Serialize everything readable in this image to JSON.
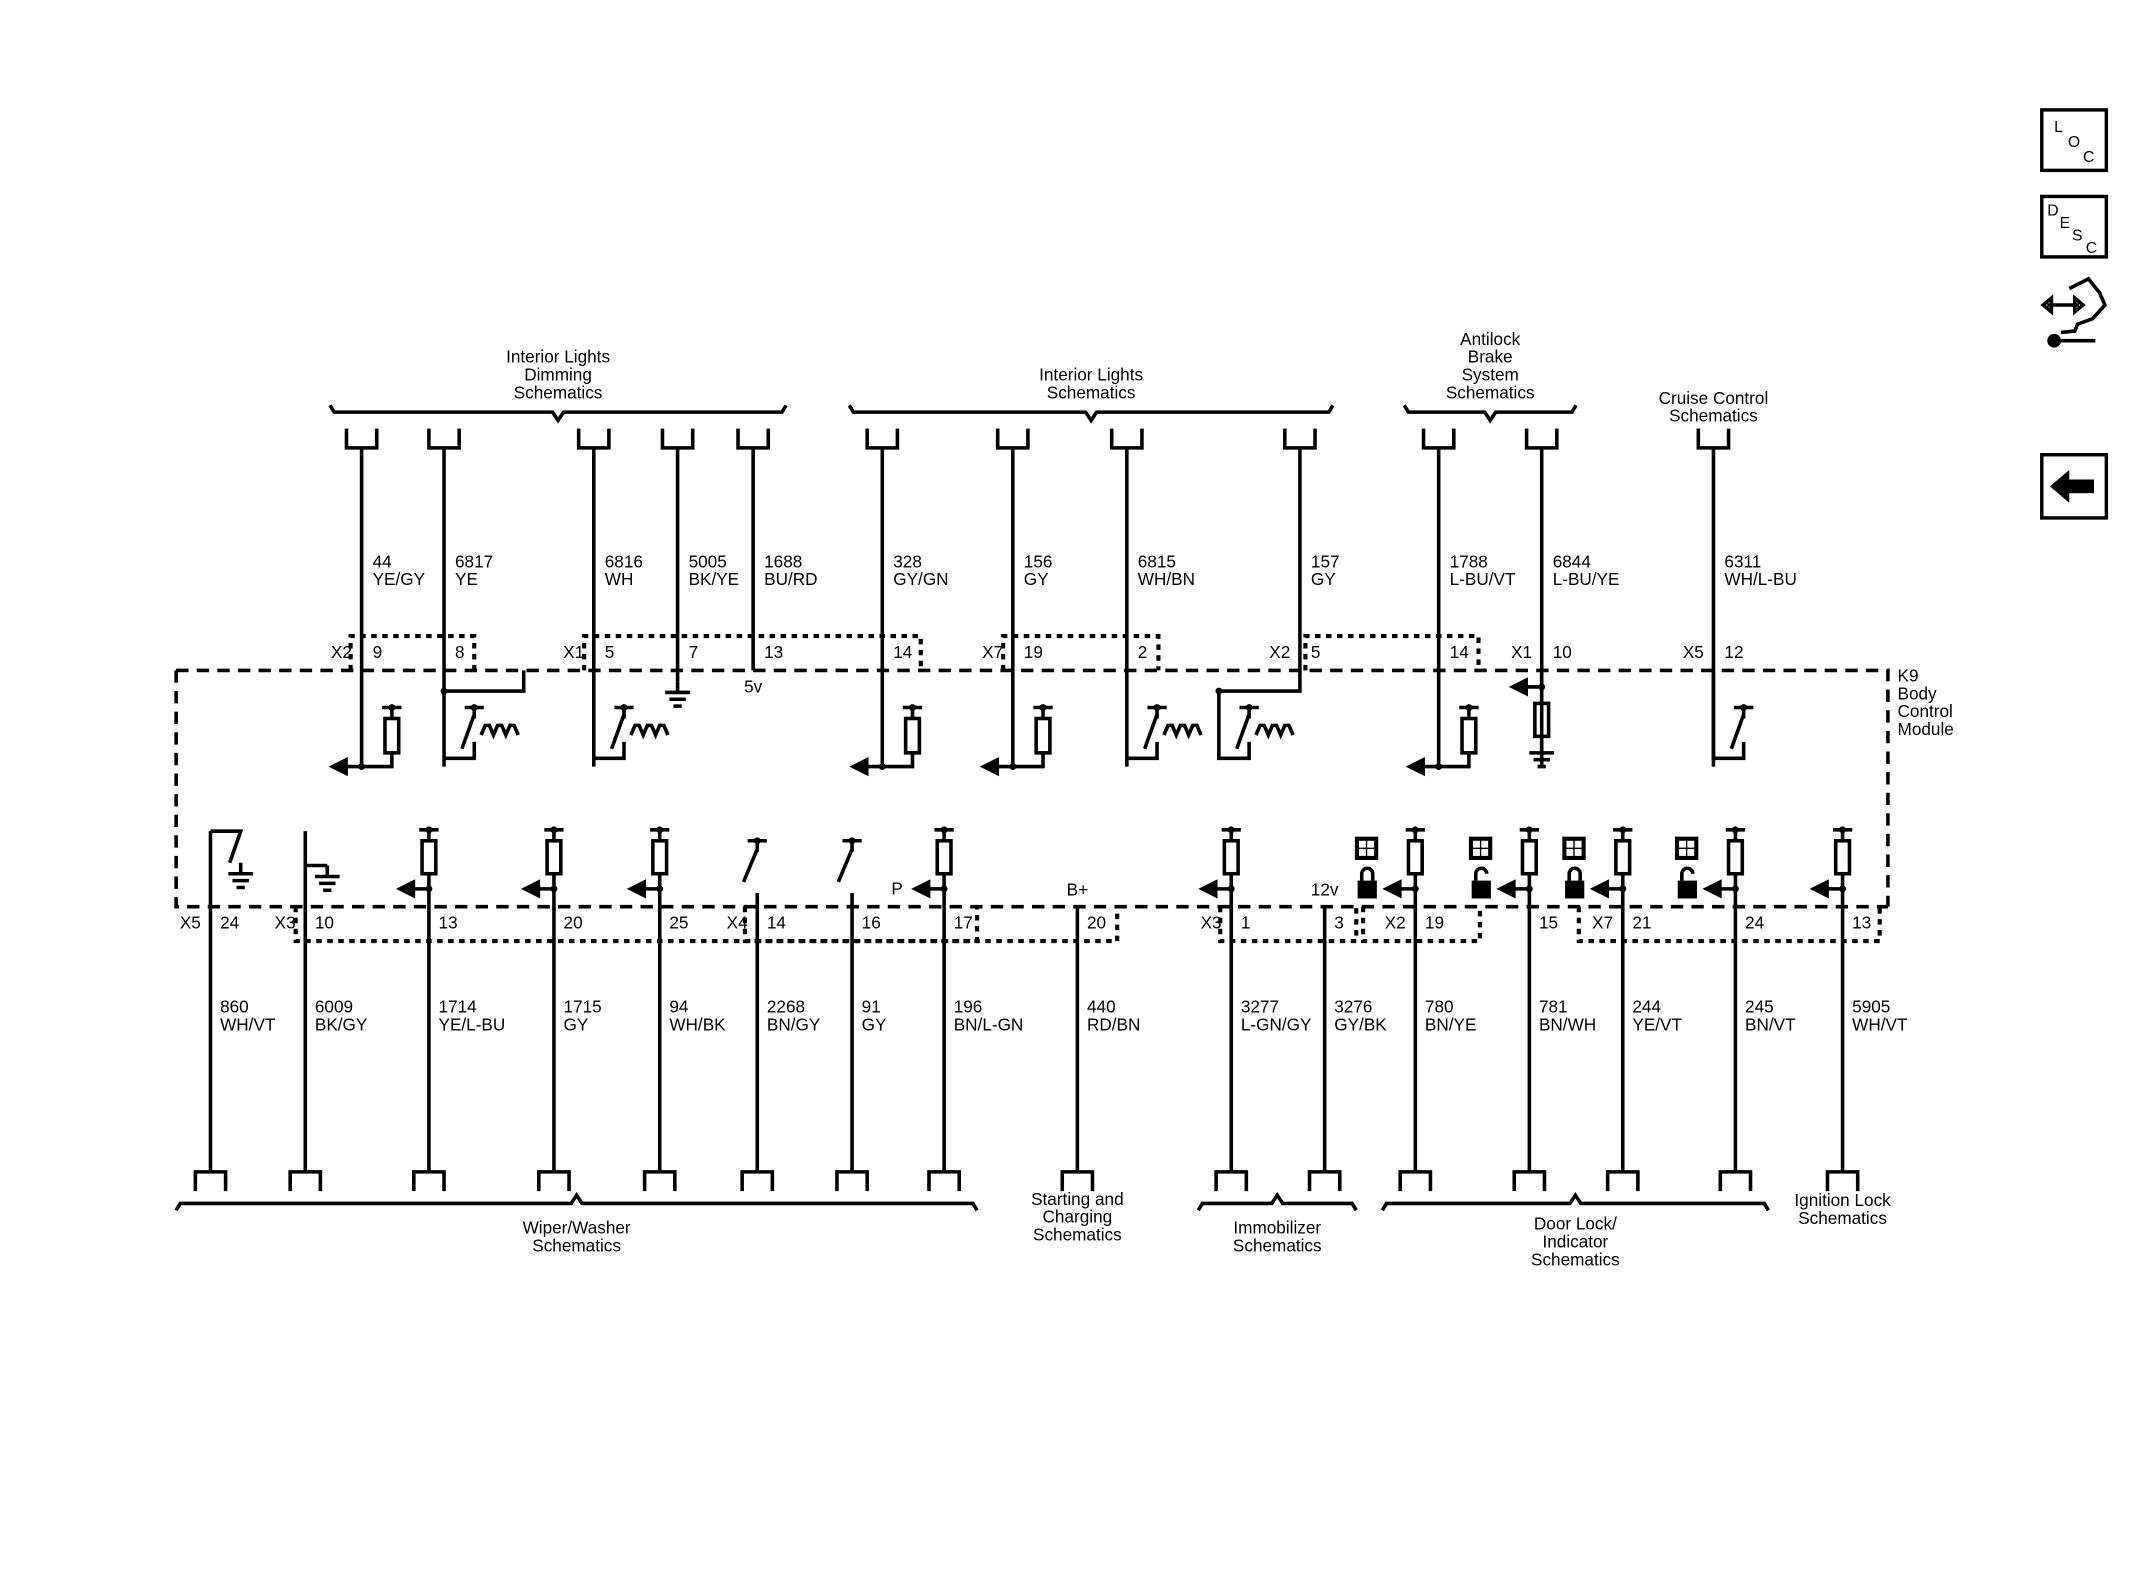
{
  "module": {
    "ref": "K9",
    "name_lines": [
      "Body",
      "Control",
      "Module"
    ]
  },
  "side_toolbar": [
    {
      "id": "loc",
      "letters": [
        "L",
        "O",
        "C"
      ],
      "icon": "location-icon"
    },
    {
      "id": "desc",
      "letters": [
        "D",
        "E",
        "S",
        "C"
      ],
      "icon": "description-icon"
    },
    {
      "id": "connector",
      "icon": "connector-wrench-icon"
    },
    {
      "id": "back",
      "icon": "back-arrow-icon"
    }
  ],
  "top_groups": [
    {
      "title_lines": [
        "Interior Lights",
        "Dimming",
        "Schematics"
      ],
      "wires": [
        0,
        1,
        2,
        3,
        4
      ]
    },
    {
      "title_lines": [
        "Interior Lights",
        "Schematics"
      ],
      "wires": [
        5,
        6,
        7,
        8
      ]
    },
    {
      "title_lines": [
        "Antilock",
        "Brake",
        "System",
        "Schematics"
      ],
      "wires": [
        9,
        10
      ]
    },
    {
      "title_lines": [
        "Cruise Control",
        "Schematics"
      ],
      "wires": [
        11
      ]
    }
  ],
  "top_wires": [
    {
      "circuit": "44",
      "color": "YE/GY",
      "connector": "X2",
      "pin": "9",
      "internal": "resistor-pullup"
    },
    {
      "circuit": "6817",
      "color": "YE",
      "connector": "",
      "pin": "8",
      "internal": "pwm-switch"
    },
    {
      "circuit": "6816",
      "color": "WH",
      "connector": "X1",
      "pin": "5",
      "internal": "pwm-switch"
    },
    {
      "circuit": "5005",
      "color": "BK/YE",
      "connector": "",
      "pin": "7",
      "internal": "ground"
    },
    {
      "circuit": "1688",
      "color": "BU/RD",
      "connector": "",
      "pin": "13",
      "internal": "reference",
      "ref_label": "5v"
    },
    {
      "circuit": "328",
      "color": "GY/GN",
      "connector": "",
      "pin": "14",
      "internal": "resistor-pullup"
    },
    {
      "circuit": "156",
      "color": "GY",
      "connector": "X7",
      "pin": "19",
      "internal": "resistor-pullup"
    },
    {
      "circuit": "6815",
      "color": "WH/BN",
      "connector": "",
      "pin": "2",
      "internal": "pwm-switch"
    },
    {
      "circuit": "157",
      "color": "GY",
      "connector": "X2",
      "pin": "5",
      "internal": "pwm-switch-jumper"
    },
    {
      "circuit": "1788",
      "color": "L-BU/VT",
      "connector": "",
      "pin": "14",
      "internal": "resistor-pullup"
    },
    {
      "circuit": "6844",
      "color": "L-BU/YE",
      "connector": "X1",
      "pin": "10",
      "internal": "resistor-ground"
    },
    {
      "circuit": "6311",
      "color": "WH/L-BU",
      "connector": "X5",
      "pin": "12",
      "internal": "switch"
    }
  ],
  "bottom_groups": [
    {
      "title_lines": [
        "Wiper/Washer",
        "Schematics"
      ],
      "wires": [
        0,
        1,
        2,
        3,
        4,
        5,
        6,
        7
      ]
    },
    {
      "title_lines": [
        "Starting and",
        "Charging",
        "Schematics"
      ],
      "wires": [
        8
      ]
    },
    {
      "title_lines": [
        "Immobilizer",
        "Schematics"
      ],
      "wires": [
        9,
        10
      ]
    },
    {
      "title_lines": [
        "Door Lock/",
        "Indicator",
        "Schematics"
      ],
      "wires": [
        11,
        12,
        13,
        14
      ]
    },
    {
      "title_lines": [
        "Ignition Lock",
        "Schematics"
      ],
      "wires": [
        15
      ]
    }
  ],
  "bottom_wires": [
    {
      "circuit": "860",
      "color": "WH/VT",
      "connector": "X5",
      "pin": "24",
      "internal": "switch-ground"
    },
    {
      "circuit": "6009",
      "color": "BK/GY",
      "connector": "X3",
      "pin": "10",
      "internal": "ground"
    },
    {
      "circuit": "1714",
      "color": "YE/L-BU",
      "connector": "",
      "pin": "13",
      "internal": "resistor-pullup"
    },
    {
      "circuit": "1715",
      "color": "GY",
      "connector": "",
      "pin": "20",
      "internal": "resistor-pullup"
    },
    {
      "circuit": "94",
      "color": "WH/BK",
      "connector": "",
      "pin": "25",
      "internal": "resistor-pullup"
    },
    {
      "circuit": "2268",
      "color": "BN/GY",
      "connector": "X4",
      "pin": "14",
      "internal": "switch"
    },
    {
      "circuit": "91",
      "color": "GY",
      "connector": "",
      "pin": "16",
      "internal": "switch"
    },
    {
      "circuit": "196",
      "color": "BN/L-GN",
      "connector": "",
      "pin": "17",
      "internal": "resistor-pullup",
      "ref_label": "P"
    },
    {
      "circuit": "440",
      "color": "RD/BN",
      "connector": "",
      "pin": "20",
      "internal": "reference",
      "ref_label": "B+"
    },
    {
      "circuit": "3277",
      "color": "L-GN/GY",
      "connector": "X3",
      "pin": "1",
      "internal": "resistor-pullup"
    },
    {
      "circuit": "3276",
      "color": "GY/BK",
      "connector": "",
      "pin": "3",
      "internal": "reference",
      "ref_label": "12v"
    },
    {
      "circuit": "780",
      "color": "BN/YE",
      "connector": "X2",
      "pin": "19",
      "internal": "resistor-pullup",
      "lock": "locked"
    },
    {
      "circuit": "781",
      "color": "BN/WH",
      "connector": "",
      "pin": "15",
      "internal": "resistor-pullup",
      "lock": "unlocked"
    },
    {
      "circuit": "244",
      "color": "YE/VT",
      "connector": "X7",
      "pin": "21",
      "internal": "resistor-pullup",
      "lock": "locked"
    },
    {
      "circuit": "245",
      "color": "BN/VT",
      "connector": "",
      "pin": "24",
      "internal": "resistor-pullup",
      "lock": "unlocked"
    },
    {
      "circuit": "5905",
      "color": "WH/VT",
      "connector": "",
      "pin": "13",
      "internal": "resistor-pullup"
    }
  ]
}
